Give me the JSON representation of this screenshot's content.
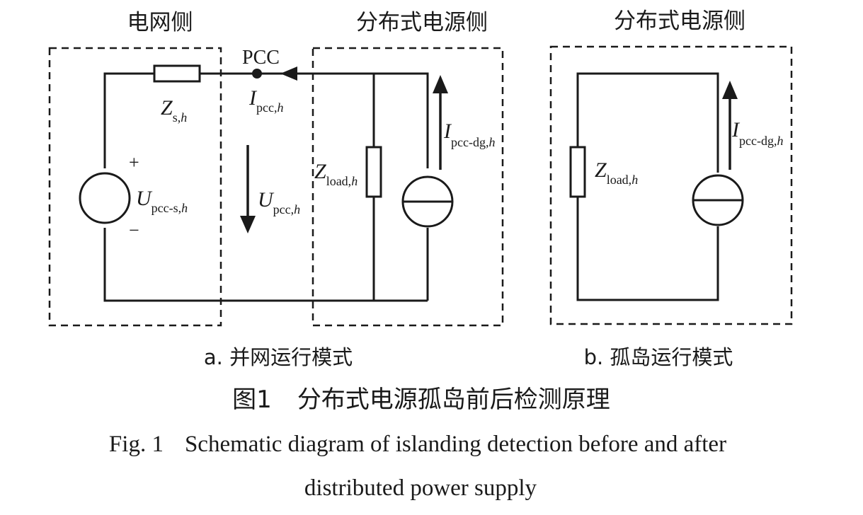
{
  "labels": {
    "grid_side": "电网侧",
    "dg_side_a": "分布式电源侧",
    "dg_side_b": "分布式电源侧",
    "pcc": "PCC"
  },
  "symbols": {
    "zs": {
      "main": "Z",
      "sub": "s,",
      "sub_it": "h"
    },
    "ipcc": {
      "main": "I",
      "sub": "pcc,",
      "sub_it": "h"
    },
    "upcc": {
      "main": "U",
      "sub": "pcc,",
      "sub_it": "h"
    },
    "upcc_s": {
      "main": "U",
      "sub": "pcc-s,",
      "sub_it": "h"
    },
    "zload_a": {
      "main": "Z",
      "sub": "load,",
      "sub_it": "h"
    },
    "zload_b": {
      "main": "Z",
      "sub": "load,",
      "sub_it": "h"
    },
    "ipcc_dg_a": {
      "main": "I",
      "sub": "pcc-dg,",
      "sub_it": "h"
    },
    "ipcc_dg_b": {
      "main": "I",
      "sub": "pcc-dg,",
      "sub_it": "h"
    },
    "plus": "+",
    "minus": "−"
  },
  "subcaptions": {
    "a": "a. 并网运行模式",
    "b": "b. 孤岛运行模式"
  },
  "caption": {
    "cn_num": "图1",
    "cn_text": "分布式电源孤岛前后检测原理",
    "en_num": "Fig. 1",
    "en_line1": "Schematic diagram of islanding detection before and after",
    "en_line2": "distributed power supply"
  }
}
